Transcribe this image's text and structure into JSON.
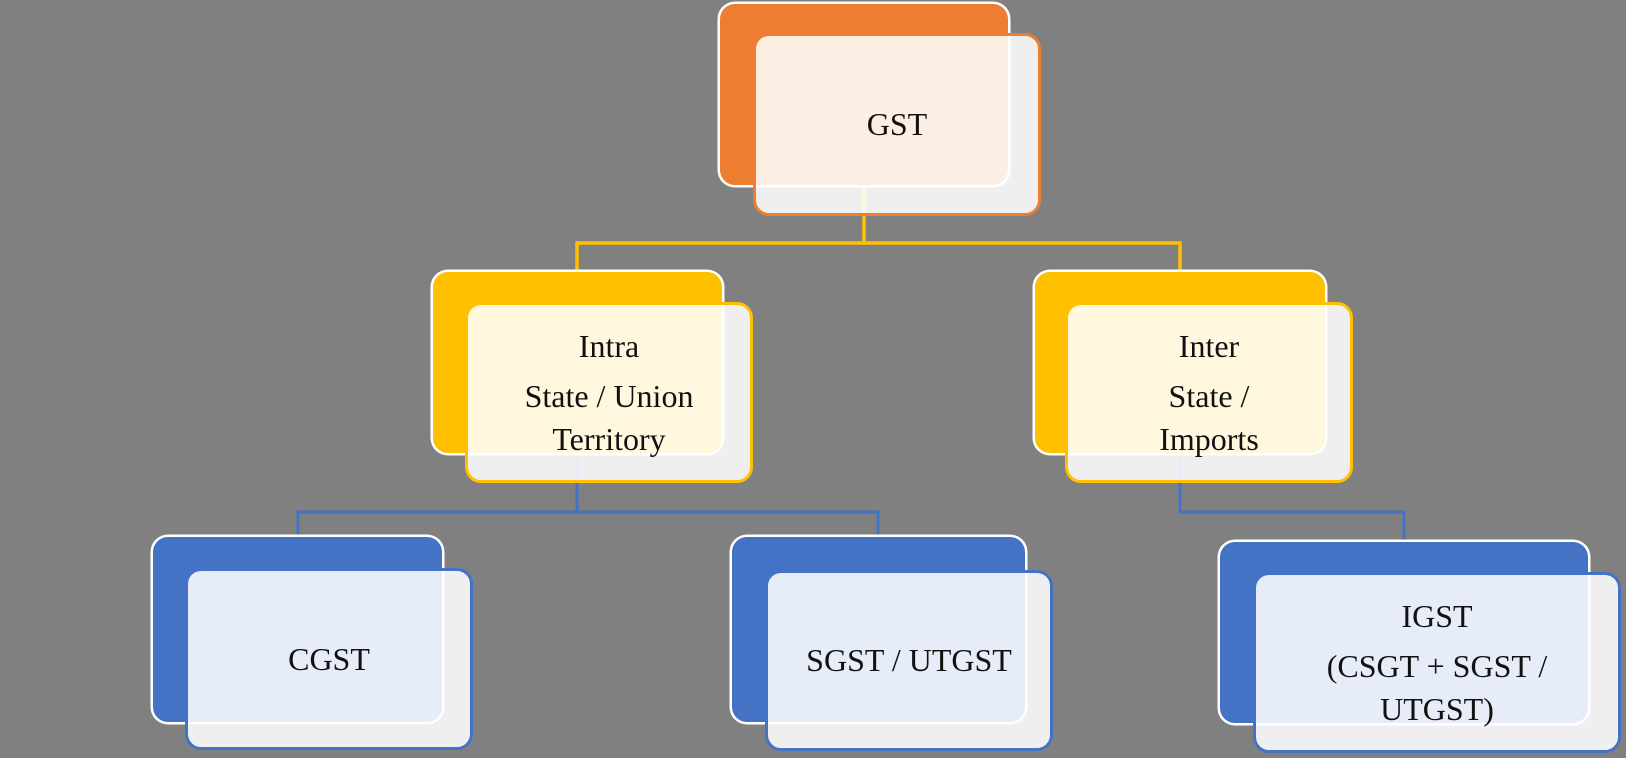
{
  "canvas": {
    "background_color": "#808080",
    "text_color": "#111111"
  },
  "diagram": {
    "type": "hierarchy",
    "nodes": [
      {
        "id": "gst",
        "level": 1,
        "accent": "#ED7D31",
        "paragraphs": [
          [
            "GST"
          ]
        ],
        "children": [
          "intra",
          "inter"
        ]
      },
      {
        "id": "intra",
        "level": 2,
        "accent": "#FFC000",
        "paragraphs": [
          [
            "Intra"
          ],
          [
            "State / Union",
            "Territory"
          ]
        ],
        "children": [
          "cgst",
          "sgst"
        ]
      },
      {
        "id": "inter",
        "level": 2,
        "accent": "#FFC000",
        "paragraphs": [
          [
            "Inter"
          ],
          [
            "State /",
            "Imports"
          ]
        ],
        "children": [
          "igst"
        ]
      },
      {
        "id": "cgst",
        "level": 3,
        "accent": "#4472C4",
        "paragraphs": [
          [
            "CGST"
          ]
        ],
        "children": []
      },
      {
        "id": "sgst",
        "level": 3,
        "accent": "#4472C4",
        "paragraphs": [
          [
            "SGST / UTGST"
          ]
        ],
        "children": []
      },
      {
        "id": "igst",
        "level": 3,
        "accent": "#4472C4",
        "paragraphs": [
          [
            "IGST"
          ],
          [
            "(CSGT + SGST /",
            "UTGST)"
          ]
        ],
        "children": []
      }
    ],
    "connectors": {
      "root_color": "#FFC000",
      "branch_color": "#4472C4"
    }
  }
}
